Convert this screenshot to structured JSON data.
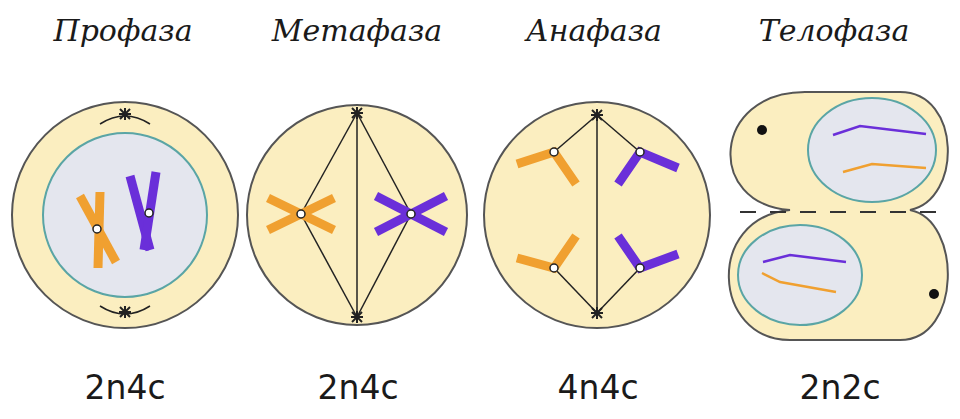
{
  "diagram": {
    "labels": [
      "Профаза",
      "Метафаза",
      "Анафаза",
      "Телофаза",
      "2n4c",
      "2n4c",
      "4n4c",
      "2n2c"
    ]
  }
}
